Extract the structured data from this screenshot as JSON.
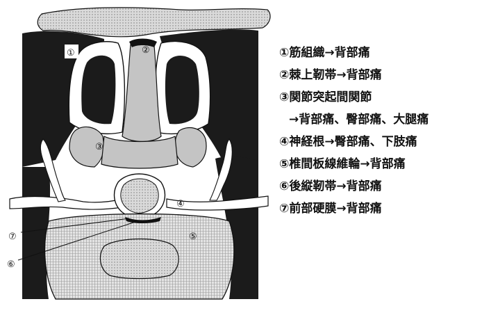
{
  "markers": {
    "m1": "①",
    "m2": "②",
    "m3": "③",
    "m4": "④",
    "m5": "⑤",
    "m6": "⑥",
    "m7": "⑦"
  },
  "legend": [
    "①筋組織→背部痛",
    "②棘上靭帯→背部痛",
    "③関節突起間関節",
    "→背部痛、臀部痛、大腿痛",
    "④神経根→臀部痛、下肢痛",
    "⑤椎間板線維輪→背部痛",
    "⑥後縦靭帯→背部痛",
    "⑦前部硬膜→背部痛"
  ],
  "colors": {
    "muscle": "#1b1b1b",
    "ligament": "#d8d8d8",
    "bone": "#c4c4c4",
    "disc": "#e2e2e2",
    "nucleus": "#f1f1f1",
    "outline": "#111111"
  }
}
